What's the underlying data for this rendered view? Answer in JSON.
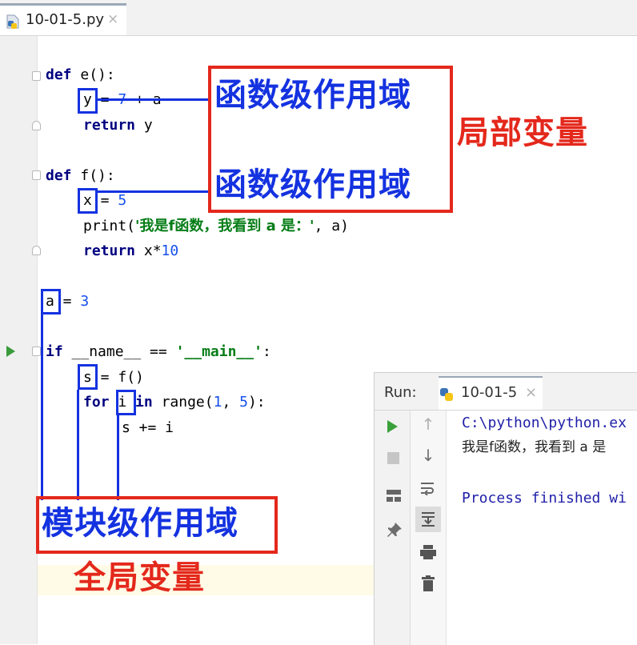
{
  "tab": {
    "filename": "10-01-5.py",
    "close": "×"
  },
  "code": {
    "l1_kw": "def",
    "l1_rest": " e():",
    "l2_var": "y",
    "l2_eq": " = ",
    "l2_num": "7",
    "l2_rest": " + a",
    "l3_kw": "return",
    "l3_rest": " y",
    "l4_kw": "def",
    "l4_rest": " f():",
    "l5_var": "x",
    "l5_eq": " = ",
    "l5_num": "5",
    "l6_fn": "print(",
    "l6_str": "'我是f函数，我看到 a 是：'",
    "l6_rest": ", a)",
    "l7_kw": "return",
    "l7_rest": " x*",
    "l7_num": "10",
    "l8_var": "a",
    "l8_eq": " = ",
    "l8_num": "3",
    "l9_kw": "if",
    "l9_mid": " __name__ == ",
    "l9_str": "'__main__'",
    "l9_end": ":",
    "l10_var": "s",
    "l10_rest": " = f()",
    "l11_kw": "for",
    "l11_var": "i",
    "l11_kw2": "in",
    "l11_fn": " range(",
    "l11_n1": "1",
    "l11_c": ", ",
    "l11_n2": "5",
    "l11_end": "):",
    "l12": "s += i"
  },
  "annotations": {
    "func_scope_1": "函数级作用域",
    "func_scope_2": "函数级作用域",
    "local_var": "局部变量",
    "module_scope": "模块级作用域",
    "global_var": "全局变量"
  },
  "run": {
    "label": "Run:",
    "config_name": "10-01-5",
    "close": "×",
    "output": [
      "C:\\python\\python.ex",
      "我是f函数，我看到 a 是",
      "",
      "Process finished wi"
    ]
  },
  "icons": {
    "run": "run-icon",
    "stop": "stop-icon",
    "layout": "layout-icon",
    "pin": "pin-icon",
    "up": "up-arrow-icon",
    "down": "down-arrow-icon",
    "wrap": "soft-wrap-icon",
    "scroll": "scroll-to-end-icon",
    "print": "print-icon",
    "trash": "trash-icon"
  },
  "colors": {
    "annotation_blue": "#1432e0",
    "annotation_red": "#e4281c",
    "keyword": "#000080",
    "number": "#1750eb",
    "string": "#067d17"
  }
}
